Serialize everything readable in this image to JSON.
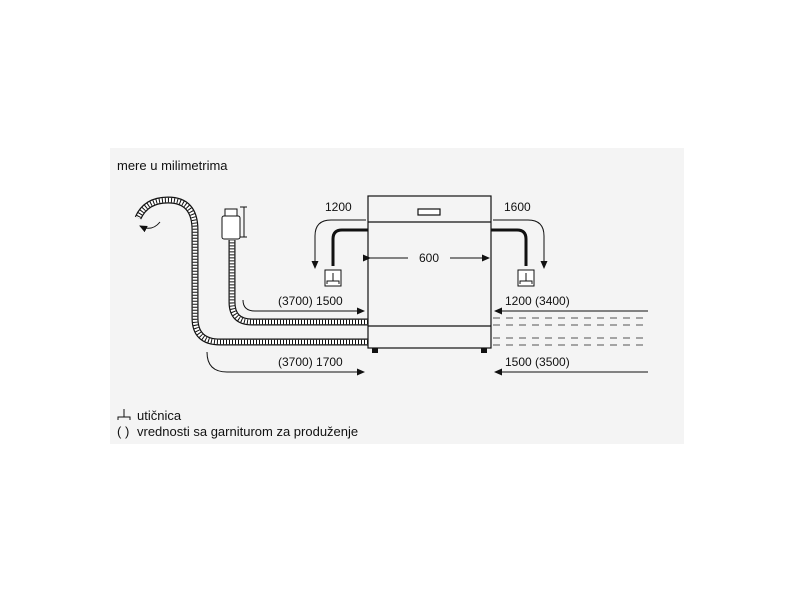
{
  "caption": "mere u milimetrima",
  "dimensions": {
    "left_up": "1200",
    "right_up": "1600",
    "width": "600",
    "left_drain_hose": "(3700) 1500",
    "left_supply_hose": "(3700) 1700",
    "right_drain_hose": "1200 (3400)",
    "right_supply_hose": "1500 (3500)"
  },
  "legend": {
    "socket_label": "utičnica",
    "ext_symbol": "( )",
    "ext_label": "vrednosti sa garniturom za produženje"
  },
  "colors": {
    "line": "#111111",
    "hose_fill": "#ffffff",
    "panel": "#f4f4f4"
  }
}
